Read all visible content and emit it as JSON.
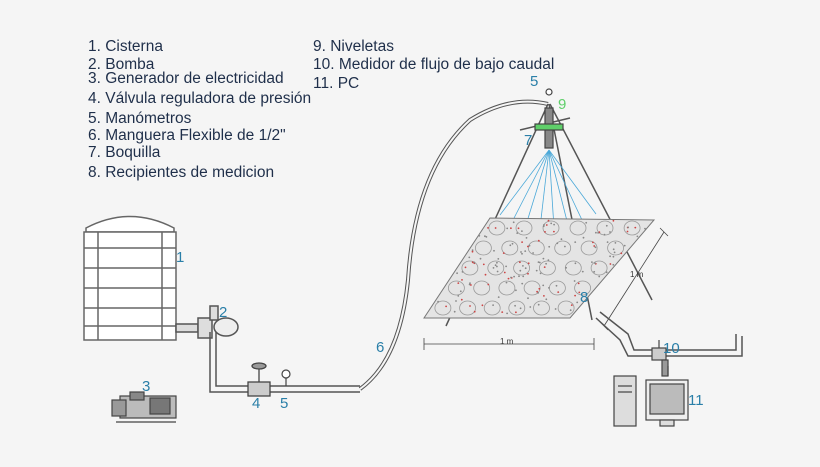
{
  "legend": [
    "1. Cisterna",
    "2. Bomba",
    "3. Generador de electricidad",
    "4. Válvula reguladora de presión",
    "5. Manómetros",
    "6. Manguera Flexible de 1/2\"",
    "7. Boquilla",
    "8. Recipientes de medicion",
    "9. Niveletas",
    "10. Medidor de flujo de bajo caudal",
    "11. PC"
  ],
  "callouts": {
    "c1": "1",
    "c2": "2",
    "c3": "3",
    "c4": "4",
    "c5a": "5",
    "c5b": "5",
    "c6": "6",
    "c7": "7",
    "c8": "8",
    "c9": "9",
    "c10": "10",
    "c11": "11"
  },
  "dimensions": {
    "width": "1 m",
    "depth": "1 m"
  },
  "colors": {
    "text": "#1f2f4a",
    "callout": "#2a7fa8",
    "spray": "#4aa8d8",
    "line": "#555555"
  }
}
